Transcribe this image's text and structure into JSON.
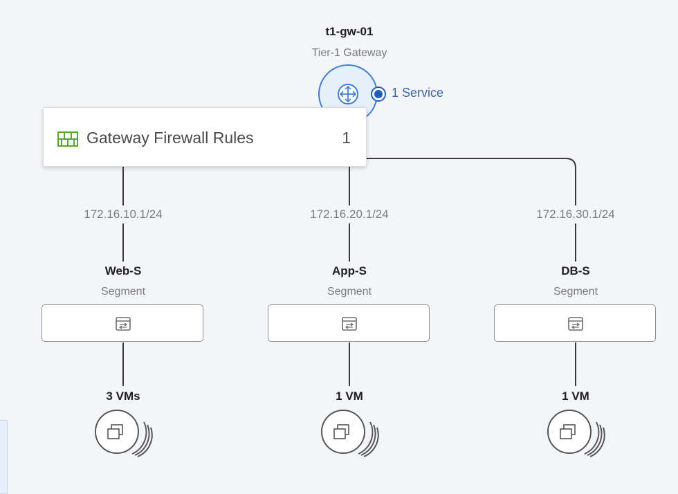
{
  "gateway": {
    "name": "t1-gw-01",
    "type": "Tier-1 Gateway",
    "service_label": "1 Service",
    "icon": "router-icon"
  },
  "firewall_card": {
    "title": "Gateway Firewall Rules",
    "count": "1",
    "icon": "firewall-icon"
  },
  "segments": [
    {
      "ip": "172.16.10.1/24",
      "name": "Web-S",
      "type": "Segment",
      "vm_label": "3 VMs"
    },
    {
      "ip": "172.16.20.1/24",
      "name": "App-S",
      "type": "Segment",
      "vm_label": "1 VM"
    },
    {
      "ip": "172.16.30.1/24",
      "name": "DB-S",
      "type": "Segment",
      "vm_label": "1 VM"
    }
  ],
  "colors": {
    "line": "#3a3a3a",
    "gateway_ring": "#3f7fd1",
    "gateway_fill": "#e6f0fb",
    "service_dot": "#1f5db8",
    "firewall_icon": "#5aa531",
    "background": "#f3f5f9"
  }
}
